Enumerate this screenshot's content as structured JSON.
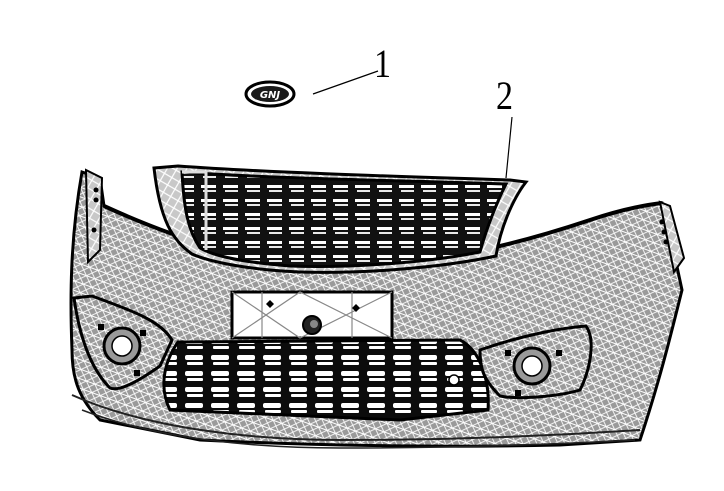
{
  "diagram": {
    "type": "exploded parts view",
    "subject": "front bumper assembly",
    "background": "#ffffff",
    "line_color": "#000000",
    "mesh_color": "#7a7a7a",
    "callouts": [
      {
        "number": "1",
        "part": "emblem badge",
        "emblem_text": "GNJ"
      },
      {
        "number": "2",
        "part": "upper radiator grille"
      }
    ],
    "components": [
      "emblem",
      "upper grille",
      "bumper cover",
      "license plate mount",
      "lower grille",
      "left fog lamp",
      "right fog lamp"
    ]
  }
}
